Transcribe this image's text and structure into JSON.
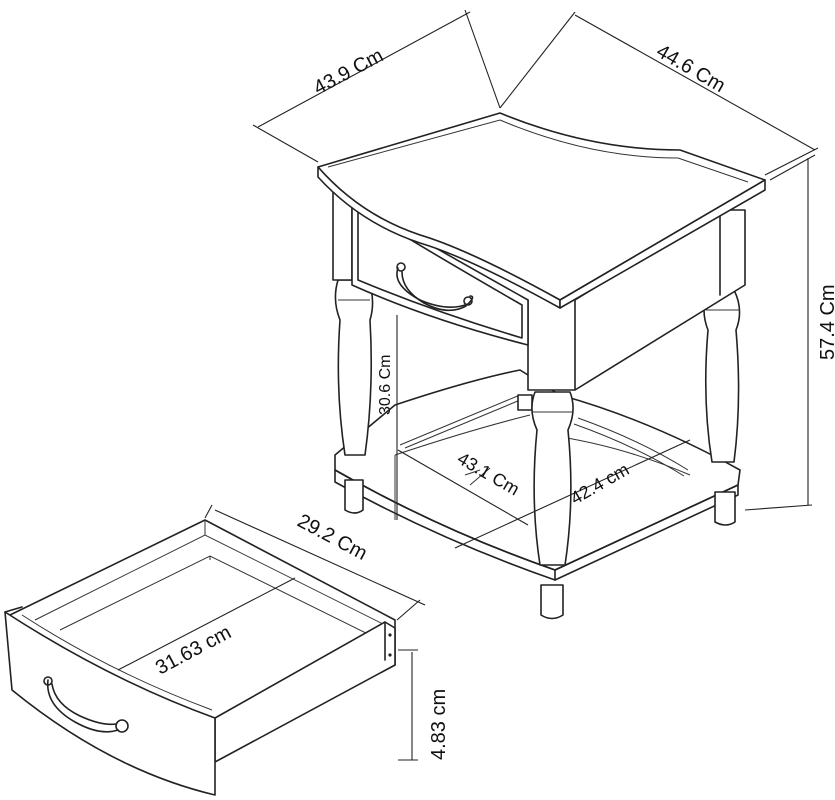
{
  "dimensions": {
    "top_depth": "43.9 Cm",
    "top_width": "44.6 Cm",
    "height": "57.4 Cm",
    "shelf_clearance": "30.6 Cm",
    "shelf_depth": "43.1 Cm",
    "shelf_width": "42.4 cm",
    "drawer_depth": "29.2 Cm",
    "drawer_width": "31.63 cm",
    "drawer_height": "4.83 cm"
  }
}
